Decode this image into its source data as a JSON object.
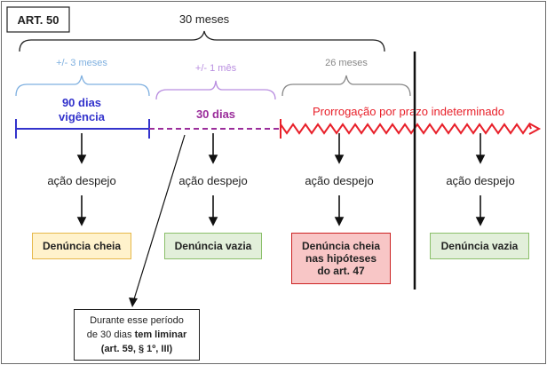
{
  "article_label": "ART. 50",
  "top_span": "30 meses",
  "periods": {
    "first_span": "+/- 3 meses",
    "first_label_1": "90 dias",
    "first_label_2": "vigência",
    "second_span": "+/- 1 mês",
    "second_label": "30 dias",
    "third_span": "26 meses",
    "third_label": "Prorrogação por prazo indeterminado"
  },
  "actions": {
    "a1": "ação despejo",
    "a2": "ação despejo",
    "a3": "ação despejo",
    "a4": "ação despejo"
  },
  "outcomes": {
    "o1": "Denúncia cheia",
    "o2": "Denúncia vazia",
    "o3_line1": "Denúncia cheia",
    "o3_line2": "nas hipóteses",
    "o3_line3": "do art. 47",
    "o4": "Denúncia vazia"
  },
  "note": {
    "line1": "Durante esse período",
    "line2_prefix": "de 30 dias ",
    "line2_bold": "tem liminar",
    "line3": "(art. 59, § 1º, III)"
  },
  "colors": {
    "blue": "#3333cc",
    "purple": "#9b2d9b",
    "red": "#e8202a",
    "light_blue_brace": "#7fb0e0",
    "light_purple_brace": "#b98ee0",
    "gray_brace": "#888888",
    "yellow_fill": "#fff2cc",
    "yellow_border": "#e6b84a",
    "green_fill": "#e2efda",
    "green_border": "#8bbf6a",
    "pink_fill": "#f8c6c6",
    "pink_border": "#cc2222"
  }
}
